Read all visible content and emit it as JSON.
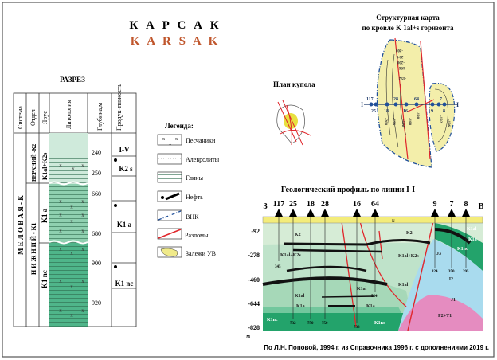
{
  "title": {
    "ru": "К А Р С А К",
    "en": "K A R S A K"
  },
  "colors": {
    "title_en": "#c0562c",
    "fault": "#e0262b",
    "owc": "#1f4f9a",
    "deposit": "#f0ea8a",
    "k2": "#d6ecd6",
    "k1al": "#a6d8b8",
    "k1a": "#72c79d",
    "k1nc": "#23a36b",
    "jurassic": "#a9dbee",
    "permo_triassic": "#e58cc0",
    "neogene": "#f3ec7a"
  },
  "section": {
    "title": "РАЗРЕЗ",
    "headers": [
      "Система",
      "Отдел",
      "Ярус",
      "Литология",
      "Глубина,м",
      "Продук-тивность"
    ],
    "system": "М Е Л О В А Я - К",
    "series": [
      {
        "label": "ВЕРХНИЙ -К2"
      },
      {
        "label": "Н И Ж Н И Й - К1"
      }
    ],
    "stages": [
      "K1al+K2s",
      "K1 a",
      "K1 nc"
    ],
    "depths": [
      "240",
      "250",
      "660",
      "680",
      "900",
      "920"
    ],
    "productivity": [
      "I-V",
      "K2 s",
      "K1 a",
      "K1 nc"
    ]
  },
  "legend": {
    "title": "Легенда:",
    "items": [
      "Песчаники",
      "Алевролиты",
      "Глины",
      "Нефть",
      "ВНК",
      "Разломы",
      "Залежи УВ"
    ]
  },
  "dome": {
    "title": "План купола"
  },
  "map": {
    "title1": "Структурная карта",
    "title2": "по кровле K 1al+s горизонта",
    "line_label": "I",
    "wells": [
      "117",
      "25",
      "18",
      "28",
      "16",
      "64",
      "9",
      "7",
      "8"
    ],
    "contours": [
      "-208",
      "-204",
      "-200",
      "-196",
      "-192",
      "-200",
      "-196",
      "-192",
      "-188",
      "-188",
      "-192",
      "-196"
    ]
  },
  "profile": {
    "title": "Геологический профиль по линии I-I",
    "west": "З",
    "east": "В",
    "unit": "м",
    "wells": [
      "117",
      "25",
      "18",
      "28",
      "16",
      "64",
      "9",
      "7",
      "8"
    ],
    "depths": [
      "-92",
      "-278",
      "-460",
      "-644",
      "-828"
    ],
    "well_depths": [
      "345",
      "732",
      "750",
      "750",
      "738",
      "554",
      "324",
      "350",
      "395"
    ],
    "layers": [
      "N",
      "K2",
      "K2",
      "K1al+K2s",
      "K1al+K2s",
      "K1al",
      "K1al",
      "K1al",
      "K1a",
      "K1a",
      "K1nc",
      "K1nc",
      "K1al",
      "K1a",
      "K1nc",
      "J3",
      "J2",
      "J1",
      "P2+T1"
    ]
  },
  "credit": "По Л.Н. Поповой, 1994 г. из Справочника 1996 г. с дополнениями 2019 г."
}
